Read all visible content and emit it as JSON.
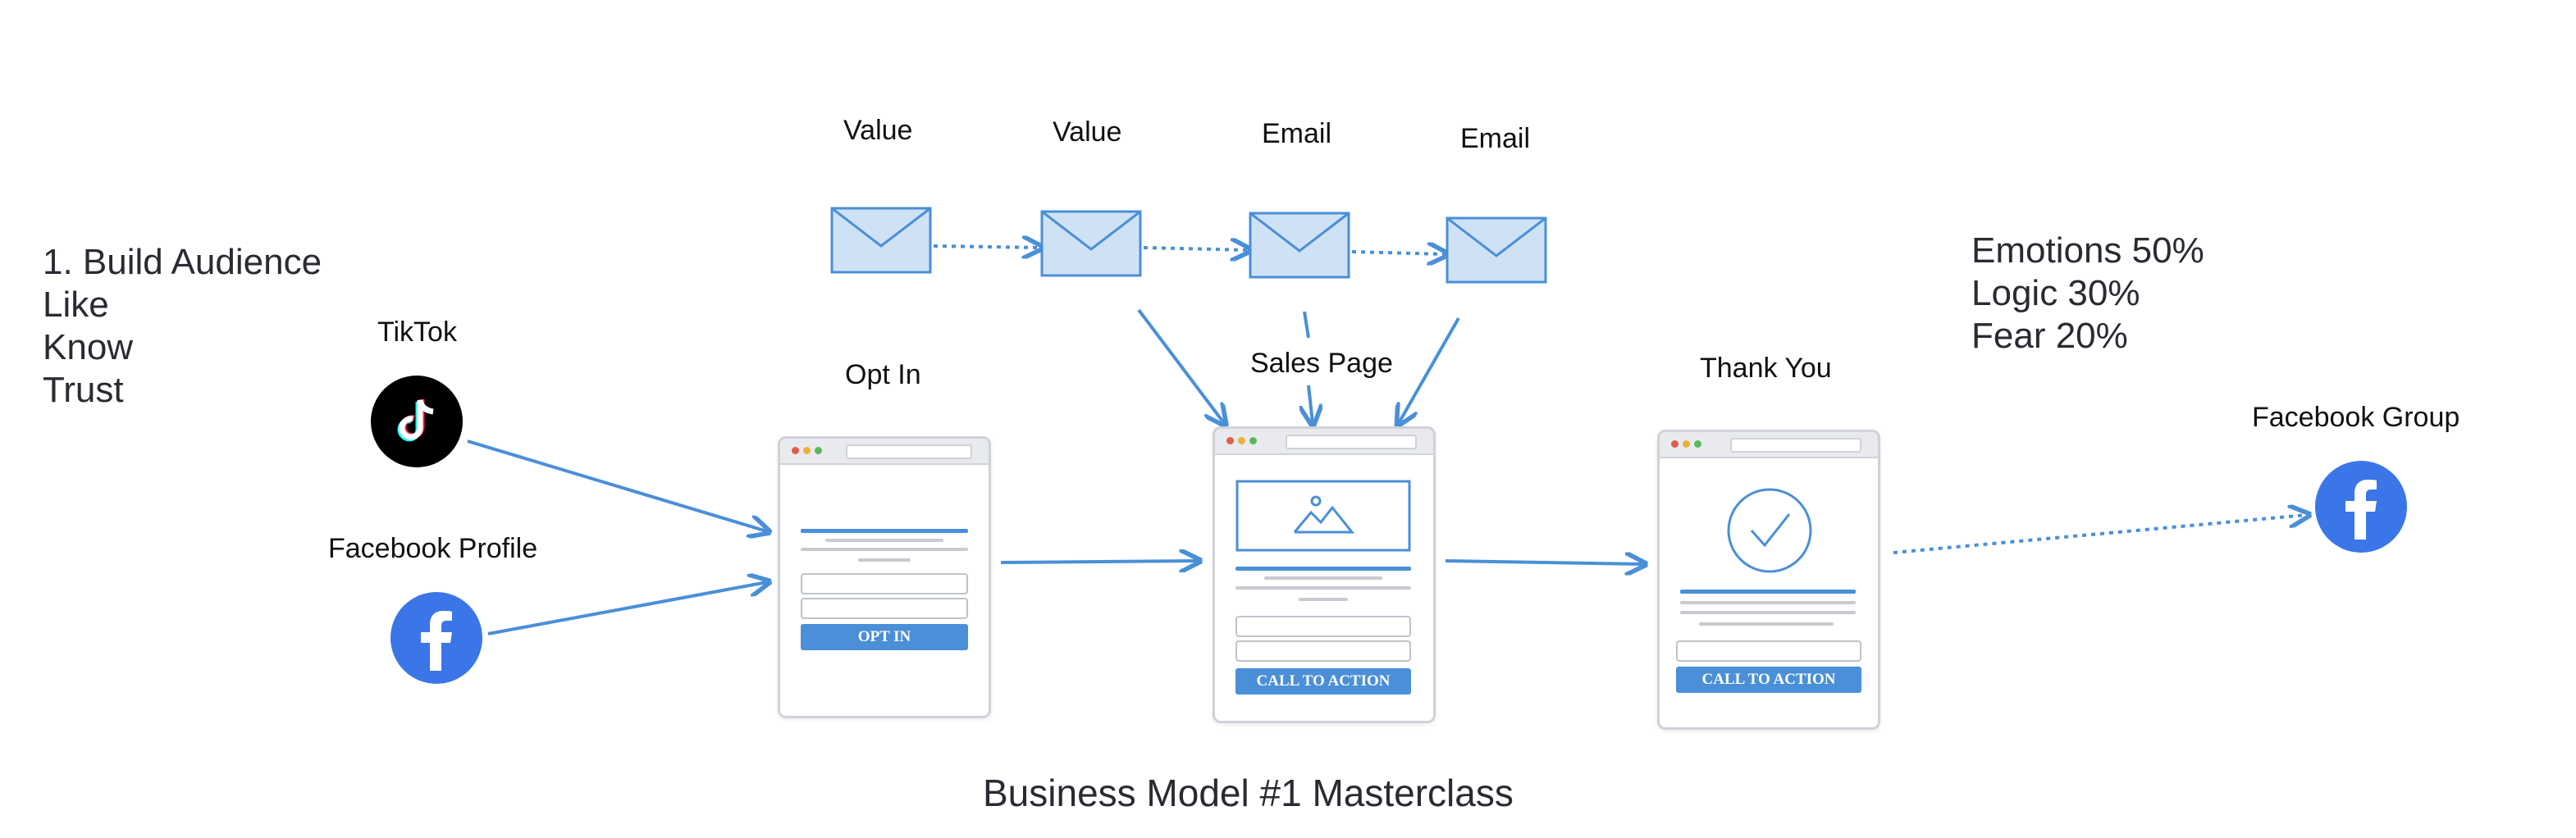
{
  "heading_block": {
    "lines": [
      "1. Build Audience",
      "Like",
      "Know",
      "Trust"
    ]
  },
  "stats_block": {
    "lines": [
      "Emotions 50%",
      "Logic 30%",
      "Fear 20%"
    ]
  },
  "sources": {
    "tiktok_label": "TikTok",
    "facebook_profile_label": "Facebook Profile"
  },
  "emails": {
    "labels": [
      "Value",
      "Value",
      "Email",
      "Email"
    ]
  },
  "funnel": {
    "optin_label": "Opt In",
    "optin_button": "OPT IN",
    "sales_label": "Sales Page",
    "sales_button": "CALL TO ACTION",
    "thankyou_label": "Thank You",
    "thankyou_button": "CALL TO ACTION"
  },
  "destination": {
    "facebook_group_label": "Facebook Group"
  },
  "footer": {
    "title": "Business Model #1 Masterclass"
  },
  "colors": {
    "accent": "#4a8fd8",
    "envelope_fill": "#cfe2f5",
    "facebook": "#3b76e8",
    "tiktok": "#000000"
  },
  "icons": [
    "tiktok-icon",
    "facebook-icon",
    "envelope-icon",
    "image-icon",
    "checkmark-icon"
  ]
}
